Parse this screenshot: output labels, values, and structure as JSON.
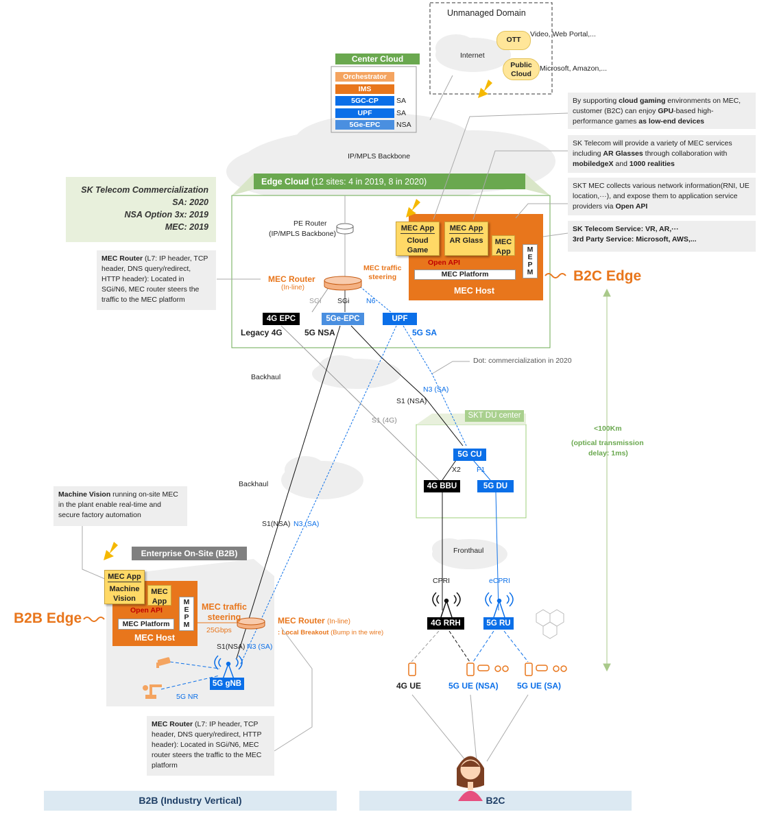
{
  "unmanaged": {
    "title": "Unmanaged Domain",
    "internet": "Internet",
    "ott": "OTT",
    "ott_desc": "Video, Web Portal,...",
    "public_cloud": "Public\nCloud",
    "public_line1": "Public",
    "public_line2": "Cloud",
    "public_desc": "Microsoft, Amazon,..."
  },
  "center_cloud": {
    "title": "Center Cloud",
    "items": [
      {
        "label": "Orchestrator",
        "note": "",
        "color": "#f4a460"
      },
      {
        "label": "IMS",
        "note": "",
        "color": "#e8761c"
      },
      {
        "label": "5GC-CP",
        "note": "SA",
        "color": "#0b6fe8"
      },
      {
        "label": "UPF",
        "note": "SA",
        "color": "#0b6fe8"
      },
      {
        "label": "5Ge-EPC",
        "note": "NSA",
        "color": "#4a8fe0"
      }
    ]
  },
  "backbone_label": "IP/MPLS Backbone",
  "notes": {
    "cloud_gaming": {
      "a": "By supporting ",
      "b": "cloud gaming",
      "c": " environments on MEC, customer (B2C) can enjoy ",
      "d": "GPU",
      "e": "-based high-performance games ",
      "f": "as low-end devices"
    },
    "ar_glasses": {
      "a": "SK Telecom will provide a variety of MEC services including ",
      "b": "AR Glasses",
      "c": " through collaboration with ",
      "d": "mobiledgeX",
      "e": " and ",
      "f": "1000 realities"
    },
    "network_info": {
      "a": "SKT MEC collects various network information(RNI, UE location,···), and expose them to application service providers via ",
      "b": "Open API"
    },
    "services": {
      "line1": "SK Telecom Service: VR, AR,···",
      "line2": "3rd Party Service: Microsoft, AWS,..."
    },
    "mec_router_top": {
      "b": "MEC Router",
      "a": " (L7: IP header, TCP header, DNS query/redirect, HTTP header): Located in SGi/N6, MEC router steers the traffic to the MEC platform"
    },
    "machine_vision": {
      "b": "Machine Vision",
      "a": " running on-site MEC in the plant enable real-time and secure factory automation"
    },
    "mec_router_bottom": {
      "b": "MEC Router",
      "a": " (L7: IP header, TCP header, DNS query/redirect, HTTP header): Located in SGi/N6, MEC router steers the traffic to the MEC platform"
    }
  },
  "commercialization": {
    "title": "SK Telecom Commercialization",
    "lines": [
      "SA: 2020",
      "NSA Option 3x: 2019",
      "MEC: 2019"
    ]
  },
  "edge_cloud": {
    "title": "Edge Cloud",
    "sub": "(12 sites: 4 in 2019, 8 in 2020)",
    "pe_router": "PE Router",
    "pe_router_sub": "(IP/MPLS Backbone)",
    "mec_router": "MEC Router",
    "inline": "(In-line)",
    "traffic_steering": "MEC traffic\nsteering",
    "ts1": "MEC traffic",
    "ts2": "steering",
    "sgi1": "SGi",
    "sgi2": "SGi",
    "n6": "N6",
    "epc4g": "4G EPC",
    "epc5g": "5Ge-EPC",
    "upf": "UPF",
    "legacy": "Legacy 4G",
    "nsa": "5G NSA",
    "sa": "5G SA"
  },
  "mec_host": {
    "app1_title": "MEC App",
    "app1_sub": "Cloud Game",
    "app2_title": "MEC App",
    "app2_sub": "AR Glass",
    "app3_l1": "MEC",
    "app3_l2": "App",
    "open_api": "Open API",
    "platform": "MEC Platform",
    "mepm": "M E P M",
    "host": "MEC Host",
    "m1": "M",
    "m2": "E",
    "m3": "P",
    "m4": "M"
  },
  "b2c_edge": "B2C Edge",
  "b2b_edge": "B2B Edge",
  "labels": {
    "backhaul1": "Backhaul",
    "backhaul2": "Backhaul",
    "dot_note": "Dot: commercialization in 2020",
    "s1_nsa": "S1 (NSA)",
    "n3_sa": "N3 (SA)",
    "s1_4g": "S1 (4G)",
    "s1nsa_b": "S1(NSA)",
    "n3sa_b": "N3 (SA)",
    "fronthaul": "Fronthaul",
    "cpri": "CPRI",
    "ecpri": "eCPRI",
    "x2": "X2",
    "f1": "F1",
    "km": "<100Km",
    "optical1": "(optical transmission",
    "optical2": "delay: 1ms)"
  },
  "du_center": {
    "title": "SKT DU center",
    "cu": "5G CU",
    "bbu": "4G BBU",
    "du": "5G DU"
  },
  "ran": {
    "rrh": "4G RRH",
    "ru": "5G RU",
    "ue4g": "4G UE",
    "ue_nsa": "5G UE (NSA)",
    "ue_sa": "5G UE (SA)"
  },
  "enterprise": {
    "title": "Enterprise On-Site (B2B)",
    "app1_title": "MEC App",
    "app1_l1": "Machine",
    "app1_l2": "Vision",
    "app2_l1": "MEC",
    "app2_l2": "App",
    "open_api": "Open API",
    "platform": "MEC Platform",
    "mepm": [
      "M",
      "E",
      "P",
      "M"
    ],
    "host": "MEC Host",
    "ts1": "MEC traffic",
    "ts2": "steering",
    "gbps": "25Gbps",
    "router": "MEC Router",
    "inline": "(In-line)",
    "breakout": ": Local Breakout",
    "bump": "(Bump in the wire)",
    "s1nsa": "S1(NSA)",
    "n3sa": "N3 (SA)",
    "gnb": "5G gNB",
    "nr": "5G NR"
  },
  "footer": {
    "b2b": "B2B (Industry Vertical)",
    "b2c": "B2C"
  },
  "colors": {
    "orange": "#e8761c",
    "blue": "#0b6fe8",
    "green_title": "#6aa84f",
    "light_green": "#e8f0dc"
  }
}
